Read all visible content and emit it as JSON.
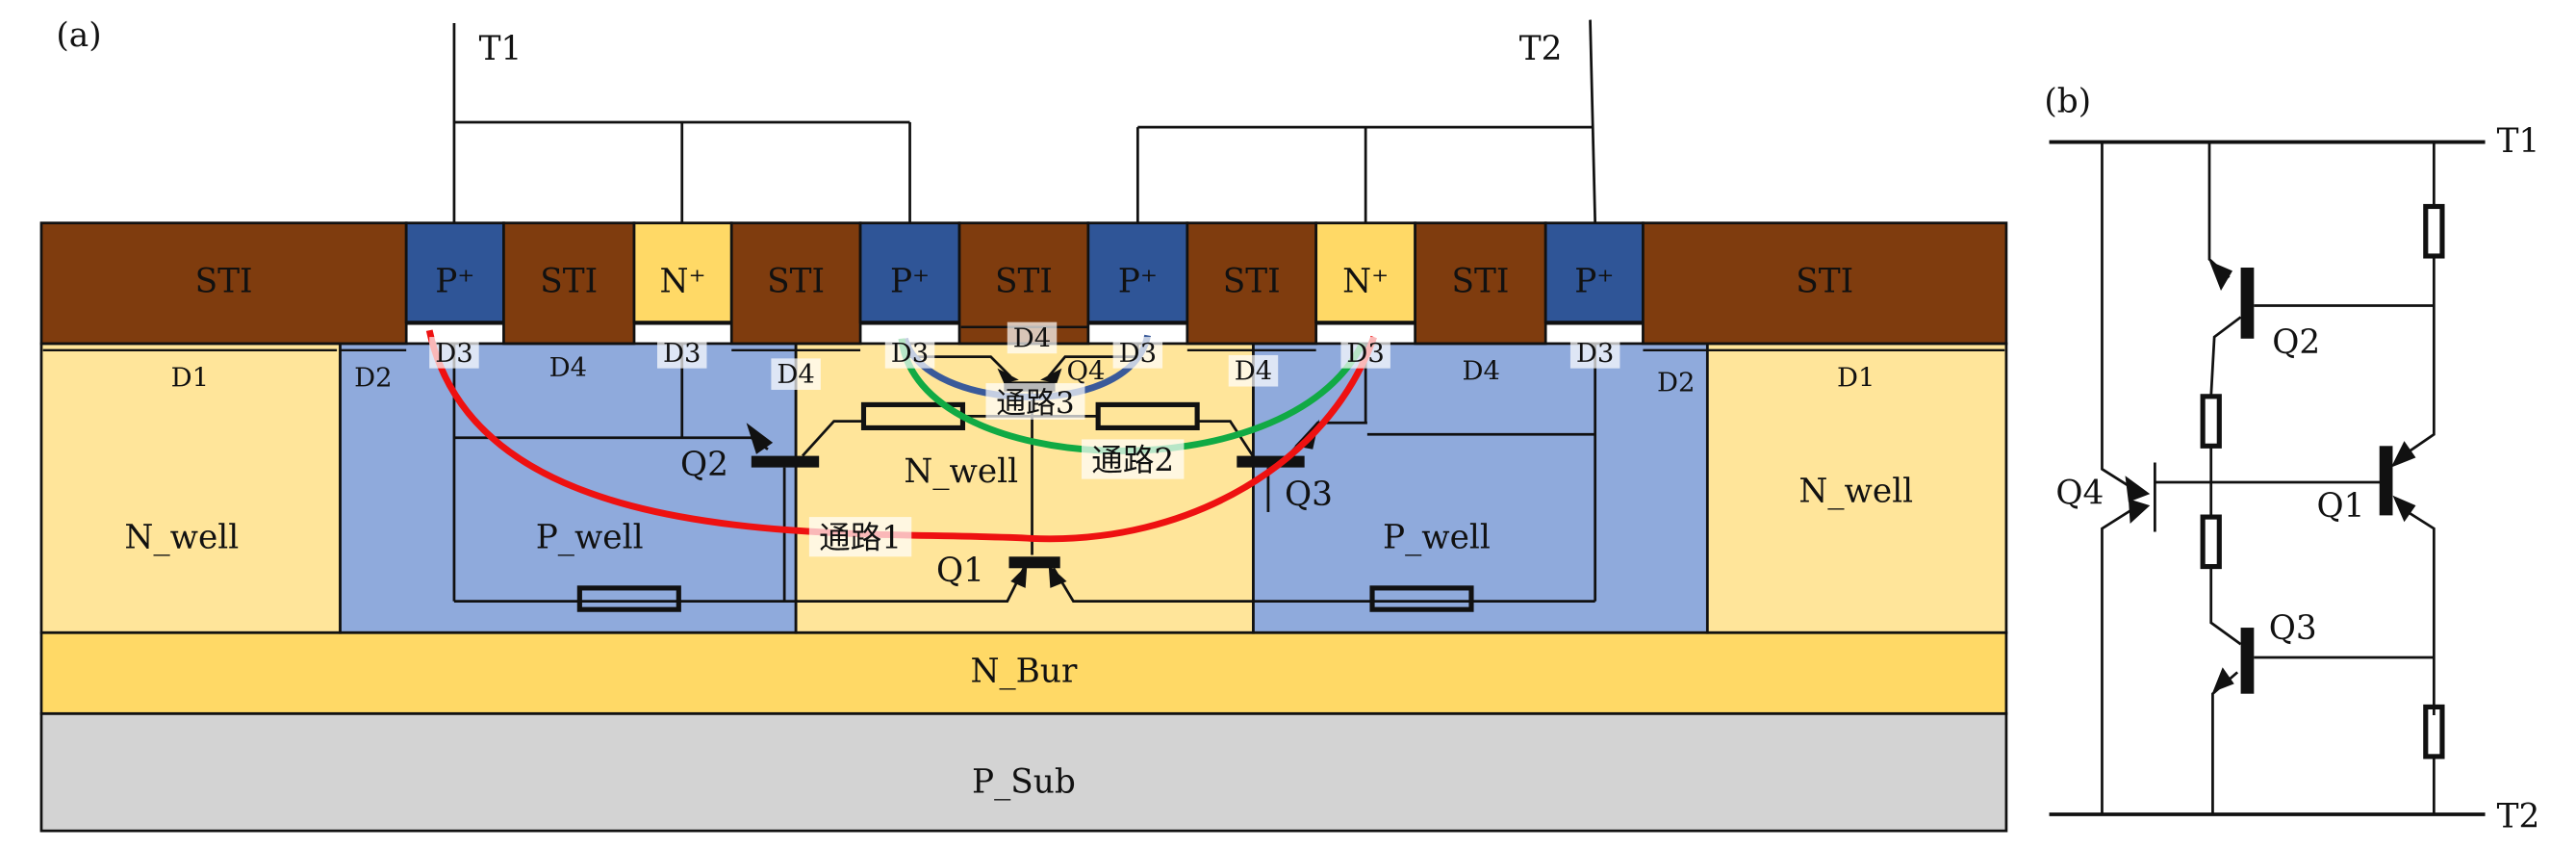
{
  "figure": {
    "panel_a_label": "(a)",
    "panel_b_label": "(b)"
  },
  "colors": {
    "sti": "#7f3c0e",
    "p_plus": "#2f5597",
    "n_plus": "#ffd966",
    "n_well": "#ffe59a",
    "p_well": "#8faadc",
    "n_bur": "#ffd966",
    "p_sub": "#d3d3d3",
    "path1": "#ee1111",
    "path2": "#11aa44",
    "path3": "#3a5a9a"
  },
  "terminals": {
    "t1": "T1",
    "t2": "T2"
  },
  "top_layer": [
    {
      "kind": "sti",
      "label": "STI"
    },
    {
      "kind": "p_plus",
      "label": "P+"
    },
    {
      "kind": "sti",
      "label": "STI"
    },
    {
      "kind": "n_plus",
      "label": "N+"
    },
    {
      "kind": "sti",
      "label": "STI"
    },
    {
      "kind": "p_plus",
      "label": "P+"
    },
    {
      "kind": "sti",
      "label": "STI"
    },
    {
      "kind": "p_plus",
      "label": "P+"
    },
    {
      "kind": "sti",
      "label": "STI"
    },
    {
      "kind": "n_plus",
      "label": "N+"
    },
    {
      "kind": "sti",
      "label": "STI"
    },
    {
      "kind": "p_plus",
      "label": "P+"
    },
    {
      "kind": "sti",
      "label": "STI"
    }
  ],
  "wells": {
    "n_well_left": "N_well",
    "p_well_left": "P_well",
    "n_well_center": "N_well",
    "p_well_right": "P_well",
    "n_well_right": "N_well",
    "n_bur": "N_Bur",
    "p_sub": "P_Sub"
  },
  "dimensions": {
    "d1_left": "D1",
    "d2_left": "D2",
    "d3_1": "D3",
    "d4_1": "D4",
    "d3_2": "D3",
    "d4_2": "D4",
    "d3_3": "D3",
    "d4_center": "D4",
    "d3_4": "D3",
    "d4_3": "D4",
    "d3_5": "D3",
    "d4_4": "D4",
    "d3_6": "D3",
    "d2_right": "D2",
    "d1_right": "D1"
  },
  "transistors_a": {
    "q1": "Q1",
    "q2": "Q2",
    "q3": "Q3",
    "q4": "Q4"
  },
  "paths": {
    "path1": "通路1",
    "path2": "通路2",
    "path3": "通路3"
  },
  "circuit_b": {
    "t1": "T1",
    "t2": "T2",
    "q1": "Q1",
    "q2": "Q2",
    "q3": "Q3",
    "q4": "Q4"
  }
}
